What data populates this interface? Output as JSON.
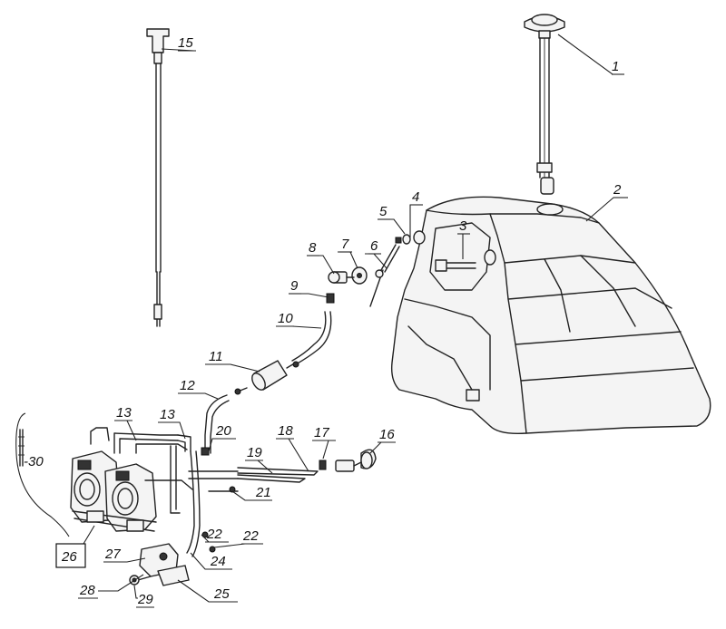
{
  "callouts": [
    {
      "id": "c1",
      "label": "1"
    },
    {
      "id": "c2",
      "label": "2"
    },
    {
      "id": "c3",
      "label": "3"
    },
    {
      "id": "c4",
      "label": "4"
    },
    {
      "id": "c5",
      "label": "5"
    },
    {
      "id": "c6",
      "label": "6"
    },
    {
      "id": "c7",
      "label": "7"
    },
    {
      "id": "c8",
      "label": "8"
    },
    {
      "id": "c9",
      "label": "9"
    },
    {
      "id": "c10",
      "label": "10"
    },
    {
      "id": "c11",
      "label": "11"
    },
    {
      "id": "c12",
      "label": "12"
    },
    {
      "id": "c13a",
      "label": "13"
    },
    {
      "id": "c13b",
      "label": "13"
    },
    {
      "id": "c15",
      "label": "15"
    },
    {
      "id": "c16",
      "label": "16"
    },
    {
      "id": "c17",
      "label": "17"
    },
    {
      "id": "c18",
      "label": "18"
    },
    {
      "id": "c19",
      "label": "19"
    },
    {
      "id": "c20",
      "label": "20"
    },
    {
      "id": "c21",
      "label": "21"
    },
    {
      "id": "c22a",
      "label": "22"
    },
    {
      "id": "c22b",
      "label": "22"
    },
    {
      "id": "c24",
      "label": "24"
    },
    {
      "id": "c25",
      "label": "25"
    },
    {
      "id": "c26",
      "label": "26"
    },
    {
      "id": "c27",
      "label": "27"
    },
    {
      "id": "c28",
      "label": "28"
    },
    {
      "id": "c29",
      "label": "29"
    },
    {
      "id": "c30",
      "label": "-30"
    }
  ]
}
